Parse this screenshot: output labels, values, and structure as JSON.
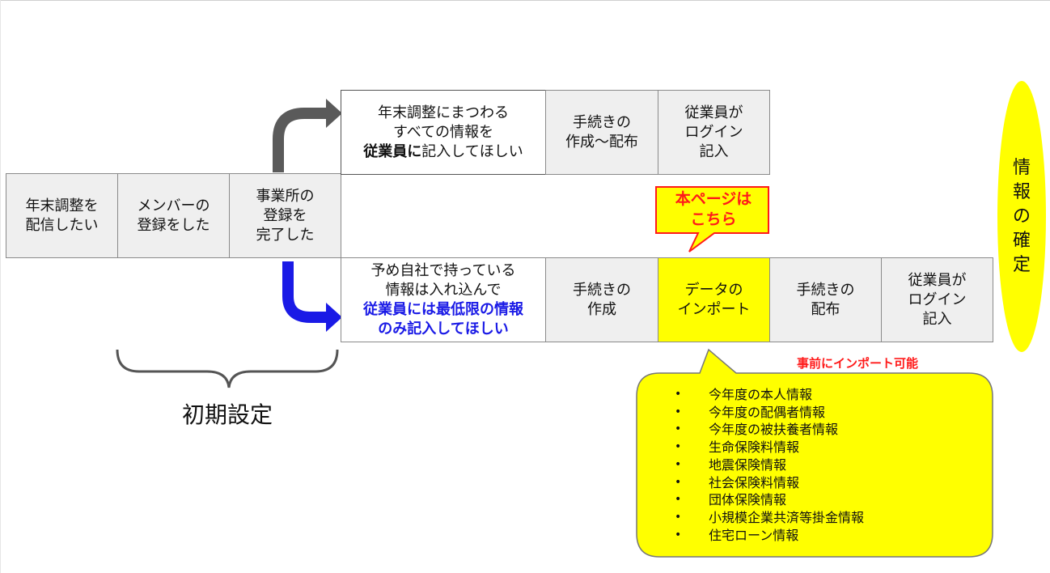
{
  "side_label": [
    "情",
    "報",
    "の",
    "確",
    "定"
  ],
  "initial_steps": [
    [
      "年末調整を",
      "配信したい"
    ],
    [
      "メンバーの",
      "登録をした"
    ],
    [
      "事業所の",
      "登録を",
      "完了した"
    ]
  ],
  "initial_setup_label": "初期設定",
  "upper_flow": {
    "choice": {
      "line1": "年末調整にまつわる",
      "line2": "すべての情報を",
      "line3_bold": "従業員に",
      "line3_rest": "記入してほしい"
    },
    "steps": [
      [
        "手続きの",
        "作成〜配布"
      ],
      [
        "従業員が",
        "ログイン",
        "記入"
      ]
    ]
  },
  "lower_flow": {
    "choice": {
      "line1": "予め自社で持っている",
      "line2": "情報は入れ込んで",
      "line3": "従業員には最低限の情報",
      "line4": "のみ記入してほしい"
    },
    "steps": [
      [
        "手続きの",
        "作成"
      ],
      [
        "データの",
        "インポート"
      ],
      [
        "手続きの",
        "配布"
      ],
      [
        "従業員が",
        "ログイン",
        "記入"
      ]
    ]
  },
  "callout": [
    "本ページは",
    "こちら"
  ],
  "import_title": "事前にインポート可能",
  "import_items": [
    "今年度の本人情報",
    "今年度の配偶者情報",
    "今年度の被扶養者情報",
    "生命保険料情報",
    "地震保険情報",
    "社会保険料情報",
    "団体保険情報",
    "小規模企業共済等掛金情報",
    "住宅ローン情報"
  ],
  "colors": {
    "gray_arrow": "#5a5a5a",
    "blue_arrow": "#1a1ae6",
    "highlight": "#ffff00",
    "callout_text": "#ff1a1a"
  }
}
